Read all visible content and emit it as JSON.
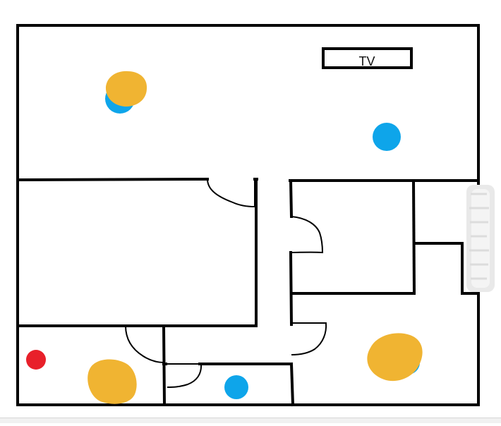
{
  "floor_plan": {
    "tv_label": "TV",
    "colors": {
      "wall": "#000000",
      "blue_marker": "#0ea5ea",
      "yellow_marker": "#f0b432",
      "red_marker": "#e8202a",
      "erased_patch": "#e9e9e9"
    },
    "markers": [
      {
        "name": "blue-dot-living-top-left",
        "color": "blue"
      },
      {
        "name": "yellow-blob-living-top-left",
        "color": "yellow"
      },
      {
        "name": "blue-dot-living-right",
        "color": "blue"
      },
      {
        "name": "red-dot-bottom-left",
        "color": "red"
      },
      {
        "name": "yellow-blob-bottom-left",
        "color": "yellow"
      },
      {
        "name": "blue-dot-bottom-middle",
        "color": "blue"
      },
      {
        "name": "blue-dot-bottom-right",
        "color": "blue"
      },
      {
        "name": "yellow-blob-bottom-right",
        "color": "yellow"
      }
    ]
  }
}
